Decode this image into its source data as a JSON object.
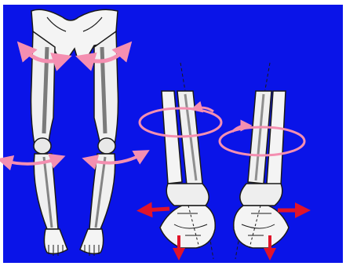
{
  "diagram": {
    "subject": "lower-limb-rotation-illustration",
    "background_color": "#0a14e8",
    "bone_fill": "#f4f4f4",
    "bone_shadow": "#1a1a1a",
    "rotation_arrow_color": "#f48fb1",
    "force_arrow_color": "#e0142a",
    "panels": [
      {
        "id": "legs-front-view",
        "rotation_arrows": 4
      },
      {
        "id": "left-ankle-foot",
        "rotation_arrows": 1,
        "force_arrows": [
          "lateral",
          "down"
        ]
      },
      {
        "id": "right-ankle-foot",
        "rotation_arrows": 1,
        "force_arrows": [
          "lateral",
          "down"
        ]
      }
    ]
  }
}
